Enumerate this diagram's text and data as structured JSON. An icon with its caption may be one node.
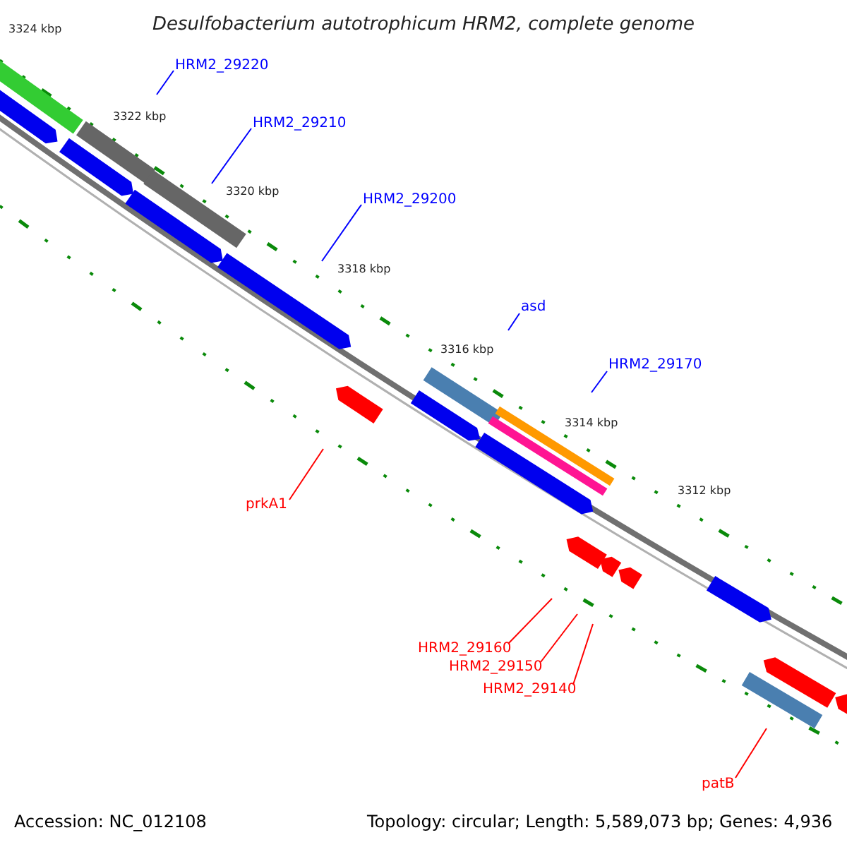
{
  "diagram": {
    "title": "Desulfobacterium autotrophicum HRM2, complete genome",
    "nodes": [
      {
        "text": [
          "HRM2_29220"
        ]
      },
      {
        "text": [
          "HRM2_29210"
        ]
      },
      {
        "text": [
          "HRM2_29200"
        ]
      },
      {
        "text": [
          "asd"
        ]
      },
      {
        "text": [
          "HRM2_29170"
        ]
      },
      {
        "text": [
          "prkA1"
        ]
      },
      {
        "text": [
          "HRM2_29160"
        ]
      },
      {
        "text": [
          "HRM2_29150"
        ]
      },
      {
        "text": [
          "HRM2_29140"
        ]
      },
      {
        "text": [
          "patB"
        ]
      }
    ],
    "edges": [
      {
        "from": 0,
        "to": null,
        "arrow": "none"
      },
      {
        "from": 1,
        "to": null,
        "arrow": "none"
      },
      {
        "from": 2,
        "to": null,
        "arrow": "none"
      },
      {
        "from": 3,
        "to": null,
        "arrow": "none"
      },
      {
        "from": 4,
        "to": null,
        "arrow": "none"
      },
      {
        "from": 5,
        "to": null,
        "arrow": "none",
        "color": "#ff0000"
      },
      {
        "from": 6,
        "to": null,
        "arrow": "none",
        "color": "#ff0000"
      },
      {
        "from": 7,
        "to": null,
        "arrow": "none",
        "color": "#ff0000"
      },
      {
        "from": 8,
        "to": null,
        "arrow": "none",
        "color": "#ff0000"
      },
      {
        "from": 9,
        "to": null,
        "arrow": "none",
        "color": "#ff0000"
      }
    ],
    "labels": [
      "3324 kbp",
      "3322 kbp",
      "3320 kbp",
      "3318 kbp",
      "3316 kbp",
      "3314 kbp",
      "3312 kbp",
      "Accession: NC_012108",
      "Topology: circular; Length: 5,589,073 bp; Genes: 4,936"
    ]
  }
}
